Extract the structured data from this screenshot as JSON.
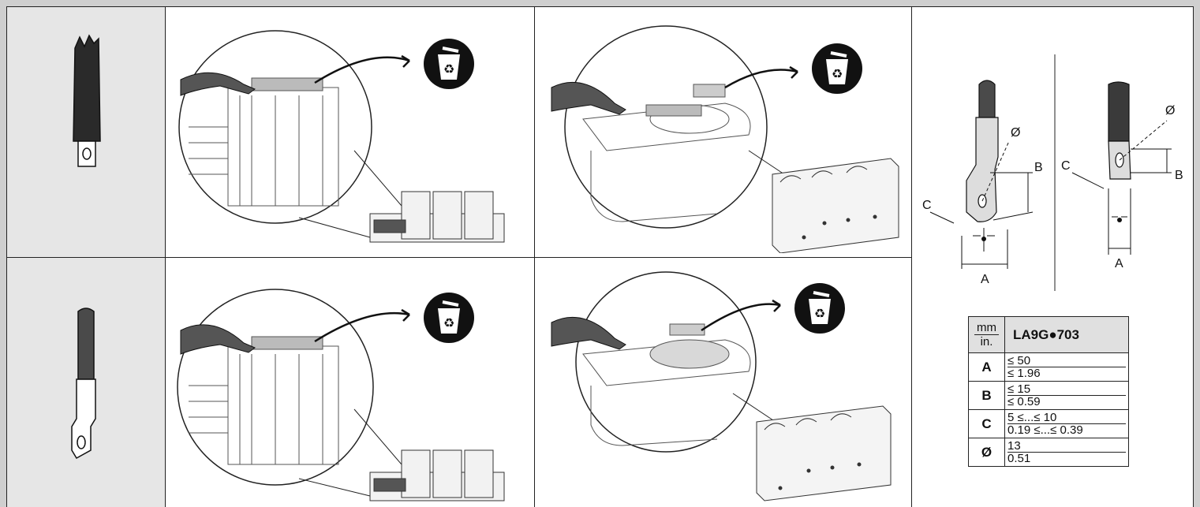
{
  "diagram": {
    "lug_dimension_labels": {
      "diameter": "Ø",
      "a": "A",
      "b": "B",
      "c": "C"
    }
  },
  "dimension_table": {
    "unit_top": "mm",
    "unit_bottom": "in.",
    "part_number": "LA9G●703",
    "rows": [
      {
        "key": "A",
        "mm": "≤ 50",
        "in": "≤ 1.96"
      },
      {
        "key": "B",
        "mm": "≤ 15",
        "in": "≤ 0.59"
      },
      {
        "key": "C",
        "mm": "5 ≤...≤ 10",
        "in": "0.19 ≤...≤ 0.39"
      },
      {
        "key": "Ø",
        "mm": "13",
        "in": "0.51"
      }
    ]
  }
}
